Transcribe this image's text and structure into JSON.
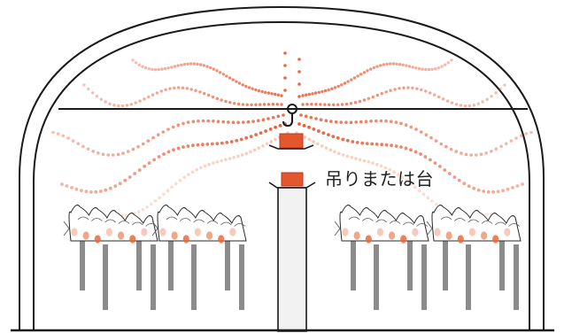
{
  "diagram": {
    "label": "吊りまたは台",
    "colors": {
      "outline": "#1a1a1a",
      "device": "#e4572e",
      "device_dark": "#b53a1c",
      "dots_near": "#e4572e",
      "dots_far": "#f6b9a0",
      "pillar": "#f2f2f2",
      "post": "#8c8c8c",
      "plant": "#ffffff",
      "fruit": "#e86a3c",
      "leaf_shade": "#dcdcdc"
    },
    "icons": [
      "greenhouse-arch",
      "hanging-hook",
      "dispenser-device",
      "support-pillar",
      "strawberry-bed"
    ]
  }
}
